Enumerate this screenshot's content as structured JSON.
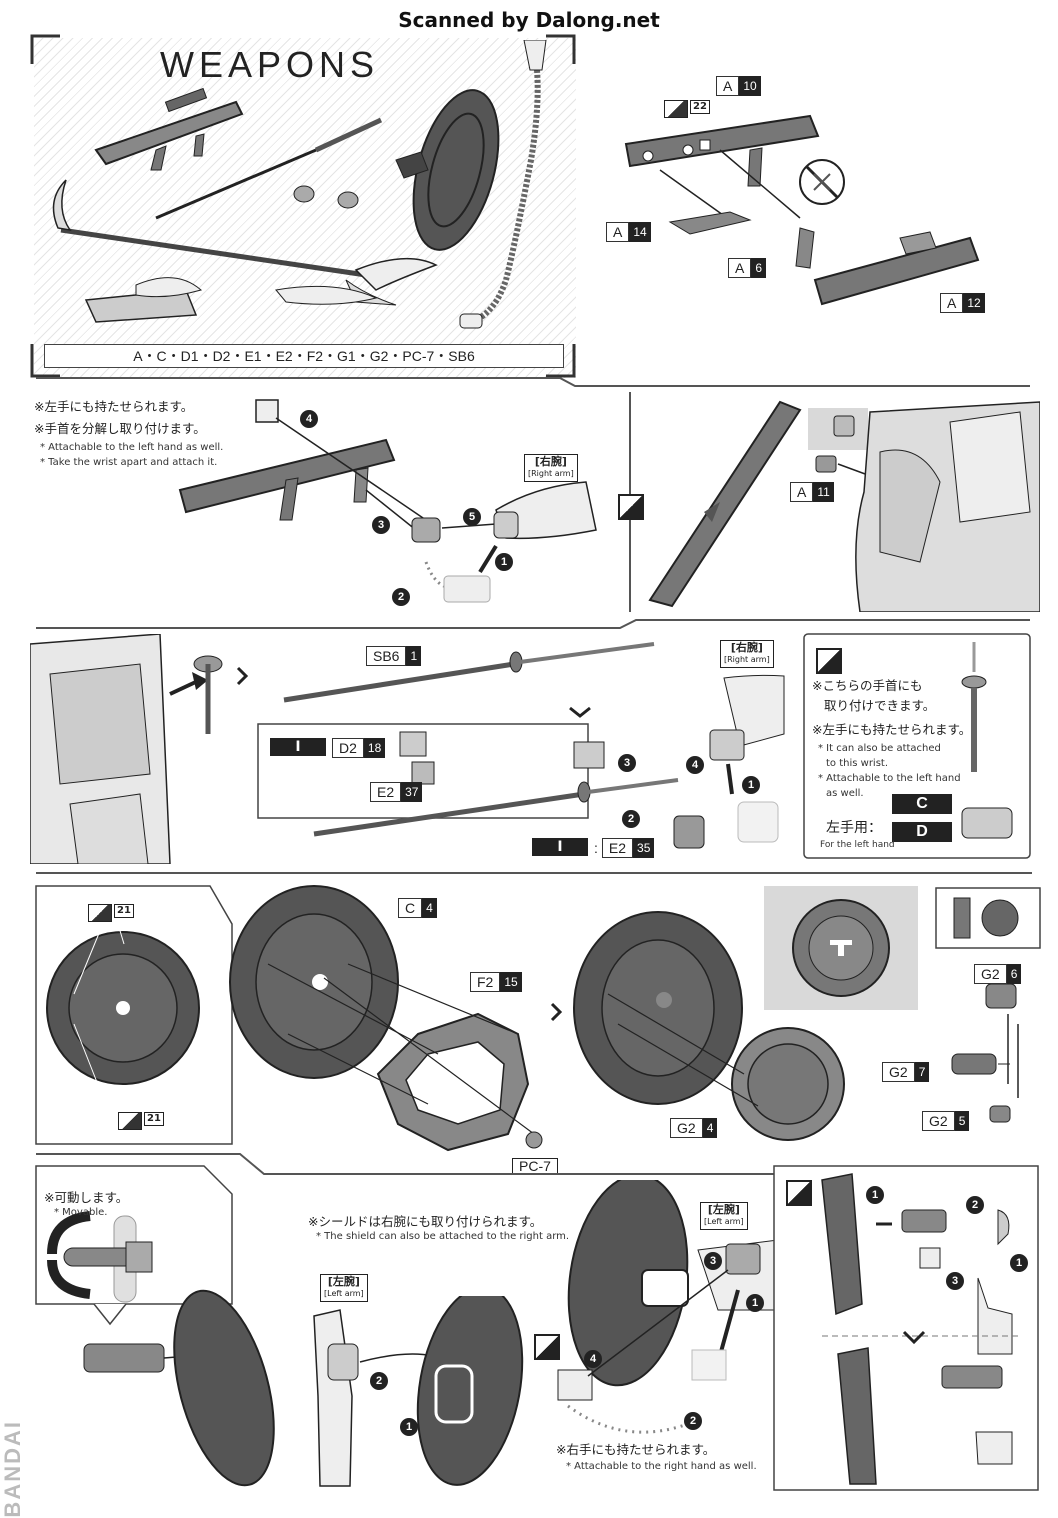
{
  "header": {
    "scan_credit": "Scanned by Dalong.net",
    "section_title": "WEAPONS"
  },
  "runners": {
    "list": "A・C・D1・D2・E1・E2・F2・G1・G2・PC-7・SB6"
  },
  "rifle_parts": {
    "a10": {
      "letter": "A",
      "num": "10"
    },
    "sticker22": "22",
    "a14": {
      "letter": "A",
      "num": "14"
    },
    "a6": {
      "letter": "A",
      "num": "6"
    },
    "a12": {
      "letter": "A",
      "num": "12"
    }
  },
  "left_hand_note": {
    "jp1": "※左手にも持たせられます。",
    "jp2": "※手首を分解し取り付けます。",
    "en1": "* Attachable to the left hand as well.",
    "en2": "* Take the wrist apart and attach it.",
    "right_arm_jp": "[右腕]",
    "right_arm_en": "[Right arm]"
  },
  "a11": {
    "letter": "A",
    "num": "11"
  },
  "beam_saber": {
    "sb6": {
      "letter": "SB6",
      "num": "1"
    },
    "i_tag": "I",
    "d2": {
      "letter": "D2",
      "num": "18"
    },
    "e2": {
      "letter": "E2",
      "num": "37"
    },
    "i2_tag": "I",
    "e2b": {
      "letter": "E2",
      "num": "35"
    },
    "right_arm_jp": "[右腕]",
    "right_arm_en": "[Right arm]"
  },
  "wrist_note": {
    "jp1": "※こちらの手首にも",
    "jp2": "取り付けできます。",
    "jp3": "※左手にも持たせられます。",
    "en1": "* It can also be attached",
    "en2": "to this wrist.",
    "en3": "* Attachable to the left hand",
    "en4": "as well.",
    "left_use_jp": "左手用：",
    "left_use_en": "For the left hand",
    "c_tag": "C",
    "d_tag": "D"
  },
  "shield": {
    "sticker21a": "21",
    "sticker21b": "21",
    "c4": {
      "letter": "C",
      "num": "4"
    },
    "f2": {
      "letter": "F2",
      "num": "15"
    },
    "pc7": "PC-7",
    "g2_4": {
      "letter": "G2",
      "num": "4"
    },
    "g2_6": {
      "letter": "G2",
      "num": "6"
    },
    "g2_7": {
      "letter": "G2",
      "num": "7"
    },
    "g2_5": {
      "letter": "G2",
      "num": "5"
    }
  },
  "movable_note": {
    "jp": "※可動します。",
    "en": "* Movable."
  },
  "shield_attach_note": {
    "jp": "※シールドは右腕にも取り付けられます。",
    "en": "* The shield can also be attached to the right arm.",
    "left_arm_jp": "[左腕]",
    "left_arm_en": "[Left arm]"
  },
  "right_hand_note": {
    "jp": "※右手にも持たせられます。",
    "en": "* Attachable to the right hand as well.",
    "left_arm_jp": "[左腕]",
    "left_arm_en": "[Left arm]"
  },
  "side_mark": "BANDAI"
}
